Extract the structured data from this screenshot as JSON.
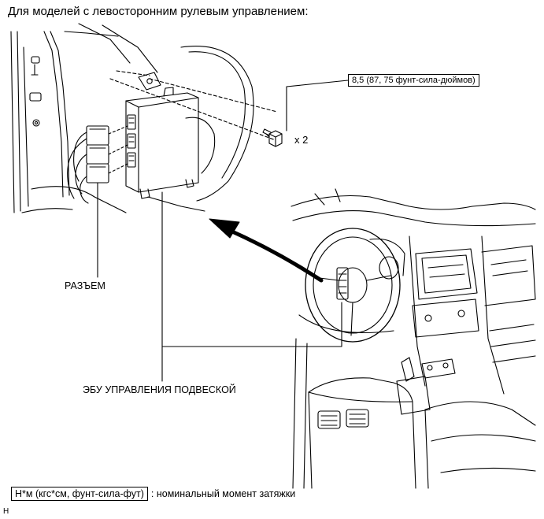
{
  "title": "Для моделей с левосторонним рулевым управлением:",
  "labels": {
    "connector": "РАЗЪЕМ",
    "ecu": "ЭБУ УПРАВЛЕНИЯ ПОДВЕСКОЙ"
  },
  "torque": {
    "spec": "8,5 (87, 75 фунт-сила-дюймов)",
    "quantity": "x 2"
  },
  "legend": {
    "units": "Н*м (кгс*см, фунт-сила-фут)",
    "description": ": номинальный момент затяжки"
  },
  "corner_mark": "H"
}
